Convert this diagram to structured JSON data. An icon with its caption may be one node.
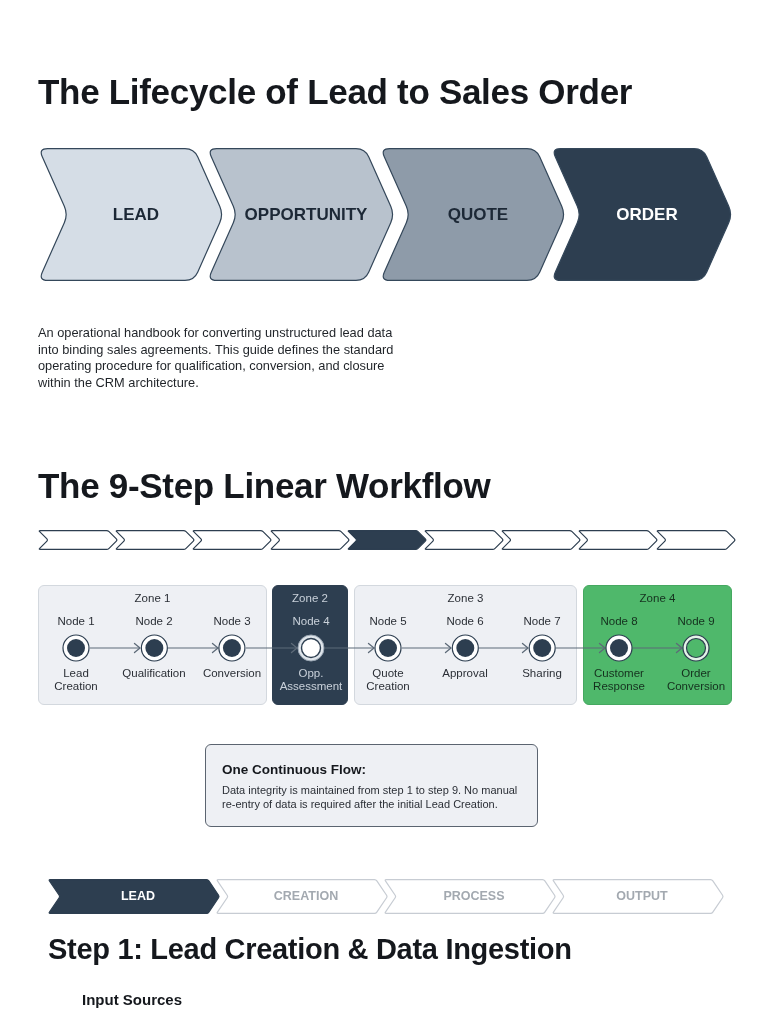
{
  "diagram": {
    "title": "The Lifecycle of Lead to Sales Order",
    "nodes": [
      {
        "text": [
          "LEAD"
        ]
      },
      {
        "text": [
          "OPPORTUNITY"
        ]
      },
      {
        "text": [
          "QUOTE"
        ]
      },
      {
        "text": [
          "ORDER"
        ]
      },
      {
        "text": [],
        "shape": "chevron"
      },
      {
        "text": [],
        "shape": "chevron"
      },
      {
        "text": [],
        "shape": "chevron"
      },
      {
        "text": [],
        "shape": "chevron"
      },
      {
        "text": [],
        "shape": "chevron"
      },
      {
        "text": [],
        "shape": "chevron"
      },
      {
        "text": [],
        "shape": "chevron"
      },
      {
        "text": [],
        "shape": "chevron"
      },
      {
        "text": [],
        "shape": "chevron"
      },
      {
        "text": [
          "Zone 1"
        ]
      },
      {
        "text": [
          "Node 1",
          "Lead Creation"
        ],
        "in": 13
      },
      {
        "text": [
          "Node 2",
          "Qualification"
        ],
        "in": 13
      },
      {
        "text": [
          "Node 3",
          "Conversion"
        ],
        "in": 13
      },
      {
        "text": [
          "Zone 2"
        ]
      },
      {
        "text": [
          "Node 4",
          "Opp. Assessment"
        ],
        "in": 17
      },
      {
        "text": [
          "Zone 3"
        ]
      },
      {
        "text": [
          "Node 5",
          "Quote Creation"
        ],
        "in": 19
      },
      {
        "text": [
          "Node 6",
          "Approval"
        ],
        "in": 19
      },
      {
        "text": [
          "Node 7",
          "Sharing"
        ],
        "in": 19
      },
      {
        "text": [
          "Zone 4"
        ]
      },
      {
        "text": [
          "Node 8",
          "Customer Response"
        ],
        "in": 23
      },
      {
        "text": [
          "Node 9",
          "Order Conversion"
        ],
        "in": 23
      },
      {
        "text": [
          "One Continuous Flow:",
          "Data integrity is maintained from step 1 to step 9. No manual re-entry of data is required after the initial Lead Creation."
        ]
      },
      {
        "text": [
          "LEAD"
        ]
      },
      {
        "text": [
          "CREATION"
        ]
      },
      {
        "text": [
          "PROCESS"
        ]
      },
      {
        "text": [
          "OUTPUT"
        ]
      }
    ],
    "edges": [
      {
        "from": 14,
        "to": 15,
        "arrow": "to"
      },
      {
        "from": 15,
        "to": 16,
        "arrow": "to"
      },
      {
        "from": 16,
        "to": 18,
        "arrow": "to"
      },
      {
        "from": 18,
        "to": 20,
        "arrow": "to"
      },
      {
        "from": 20,
        "to": 21,
        "arrow": "to"
      },
      {
        "from": 21,
        "to": 22,
        "arrow": "to"
      },
      {
        "from": 22,
        "to": 24,
        "arrow": "to"
      },
      {
        "from": 24,
        "to": 25,
        "arrow": "to"
      }
    ],
    "labels": [
      "An operational handbook for converting unstructured lead data into binding sales agreements. This guide defines the standard operating procedure for qualification, conversion, and closure within the CRM architecture.",
      "The 9-Step Linear Workflow",
      "Step 1: Lead Creation & Data Ingestion",
      "Input Sources"
    ]
  }
}
